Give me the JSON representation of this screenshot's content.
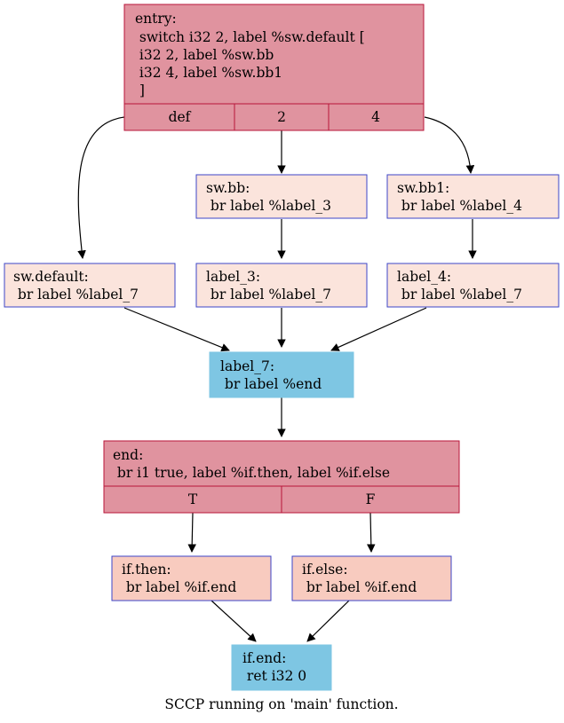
{
  "caption": "SCCP running on 'main' function.",
  "colors": {
    "entry_fill": "#e0939f",
    "entry_border": "#b8163a",
    "light_fill": "#fbe4dc",
    "light_border": "#3c46c8",
    "blue_fill": "#7ec6e3",
    "salmon_fill": "#f8cbbf"
  },
  "nodes": {
    "entry": {
      "lines": [
        "entry:",
        " switch i32 2, label %sw.default [",
        " i32 2, label %sw.bb",
        " i32 4, label %sw.bb1",
        " ]"
      ],
      "ports": [
        "def",
        "2",
        "4"
      ]
    },
    "sw_bb": {
      "lines": [
        "sw.bb:",
        " br label %label_3"
      ]
    },
    "sw_bb1": {
      "lines": [
        "sw.bb1:",
        " br label %label_4"
      ]
    },
    "sw_default": {
      "lines": [
        "sw.default:",
        " br label %label_7"
      ]
    },
    "label_3": {
      "lines": [
        "label_3:",
        " br label %label_7"
      ]
    },
    "label_4": {
      "lines": [
        "label_4:",
        " br label %label_7"
      ]
    },
    "label_7": {
      "lines": [
        "label_7:",
        " br label %end"
      ]
    },
    "end": {
      "lines": [
        "end:",
        " br i1 true, label %if.then, label %if.else"
      ],
      "ports": [
        "T",
        "F"
      ]
    },
    "if_then": {
      "lines": [
        "if.then:",
        " br label %if.end"
      ]
    },
    "if_else": {
      "lines": [
        "if.else:",
        " br label %if.end"
      ]
    },
    "if_end": {
      "lines": [
        "if.end:",
        " ret i32 0"
      ]
    }
  }
}
